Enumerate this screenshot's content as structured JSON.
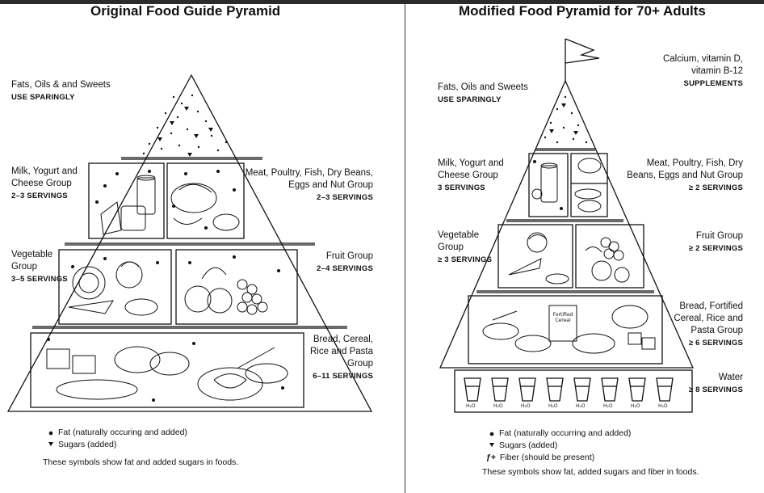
{
  "left": {
    "title": "Original Food Guide Pyramid",
    "fats": {
      "name": "Fats, Oils & and Sweets",
      "serving": "USE SPARINGLY"
    },
    "milk": {
      "line1": "Milk, Yogurt and",
      "line2": "Cheese Group",
      "serving": "2–3 SERVINGS"
    },
    "meat": {
      "line1": "Meat, Poultry, Fish, Dry Beans,",
      "line2": "Eggs and Nut Group",
      "serving": "2–3 SERVINGS"
    },
    "vegetable": {
      "line1": "Vegetable",
      "line2": "Group",
      "serving": "3–5 SERVINGS"
    },
    "fruit": {
      "line1": "Fruit Group",
      "serving": "2–4  SERVINGS"
    },
    "bread": {
      "line1": "Bread, Cereal,",
      "line2": "Rice and Pasta",
      "line3": "Group",
      "serving": "6–11 SERVINGS"
    },
    "legend": {
      "fat": "Fat (naturally occuring and added)",
      "sugars": "Sugars (added)",
      "note": "These symbols show fat and added sugars in foods."
    }
  },
  "right": {
    "title": "Modified Food Pyramid for 70+ Adults",
    "supplements": {
      "line1": "Calcium, vitamin D,",
      "line2": "vitamin B-12",
      "serving": "SUPPLEMENTS"
    },
    "fats": {
      "name": "Fats, Oils and Sweets",
      "serving": "USE SPARINGLY"
    },
    "milk": {
      "line1": "Milk, Yogurt and",
      "line2": "Cheese Group",
      "serving": "3 SERVINGS"
    },
    "meat": {
      "line1": "Meat, Poultry, Fish, Dry",
      "line2": "Beans, Eggs and Nut Group",
      "serving": "≥ 2 SERVINGS"
    },
    "vegetable": {
      "line1": "Vegetable",
      "line2": "Group",
      "serving": "≥ 3 SERVINGS"
    },
    "fruit": {
      "line1": "Fruit Group",
      "serving": "≥ 2 SERVINGS"
    },
    "bread": {
      "line1": "Bread, Fortified",
      "line2": "Cereal, Rice and",
      "line3": "Pasta Group",
      "serving": "≥ 6 SERVINGS"
    },
    "water": {
      "line1": "Water",
      "serving": "≥ 8 SERVINGS",
      "glass_label": "H₂O"
    },
    "legend": {
      "fat": "Fat (naturally occurring and added)",
      "sugars": "Sugars (added)",
      "fiber": "Fiber (should be present)",
      "fiber_symbol": "ƒ+",
      "note": "These symbols show fat, added sugars and fiber in foods."
    },
    "cereal_box": "Fortified Cereal"
  },
  "symbols": {
    "fat": "●",
    "sugar": "▼"
  }
}
